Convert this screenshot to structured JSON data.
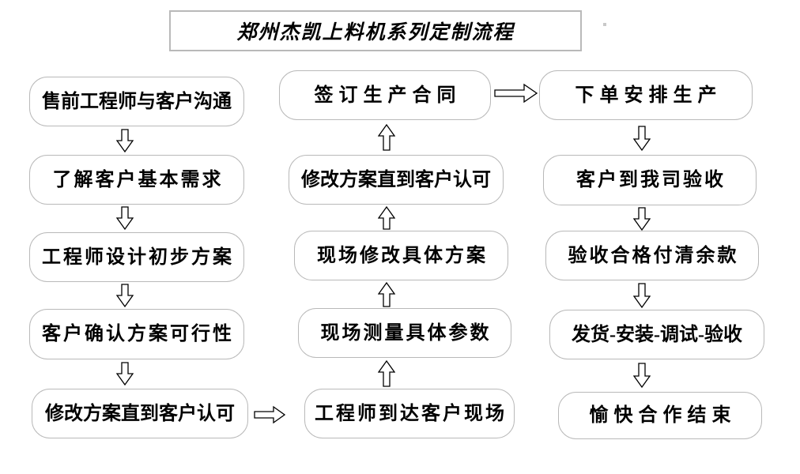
{
  "title": "郑州杰凯上料机系列定制流程",
  "flow": {
    "left_column": [
      "售前工程师与客户沟通",
      "了解客户基本需求",
      "工程师设计初步方案",
      "客户确认方案可行性",
      "修改方案直到客户认可"
    ],
    "middle_column": [
      "签订生产合同",
      "修改方案直到客户认可",
      "现场修改具体方案",
      "现场测量具体参数",
      "工程师到达客户现场"
    ],
    "right_column": [
      "下单安排生产",
      "客户到我司验收",
      "验收合格付清余款",
      "发货-安装-调试-验收",
      "愉快合作结束"
    ]
  },
  "connectors": {
    "left_column_direction": "down",
    "middle_column_direction": "up",
    "right_column_direction": "down",
    "left_to_middle": "right",
    "middle_to_right": "right"
  },
  "colors": {
    "box_border": "#b9b9b9",
    "text": "#000000",
    "arrow_outline": "#000000",
    "arrow_fill": "#ffffff",
    "background": "#ffffff"
  }
}
